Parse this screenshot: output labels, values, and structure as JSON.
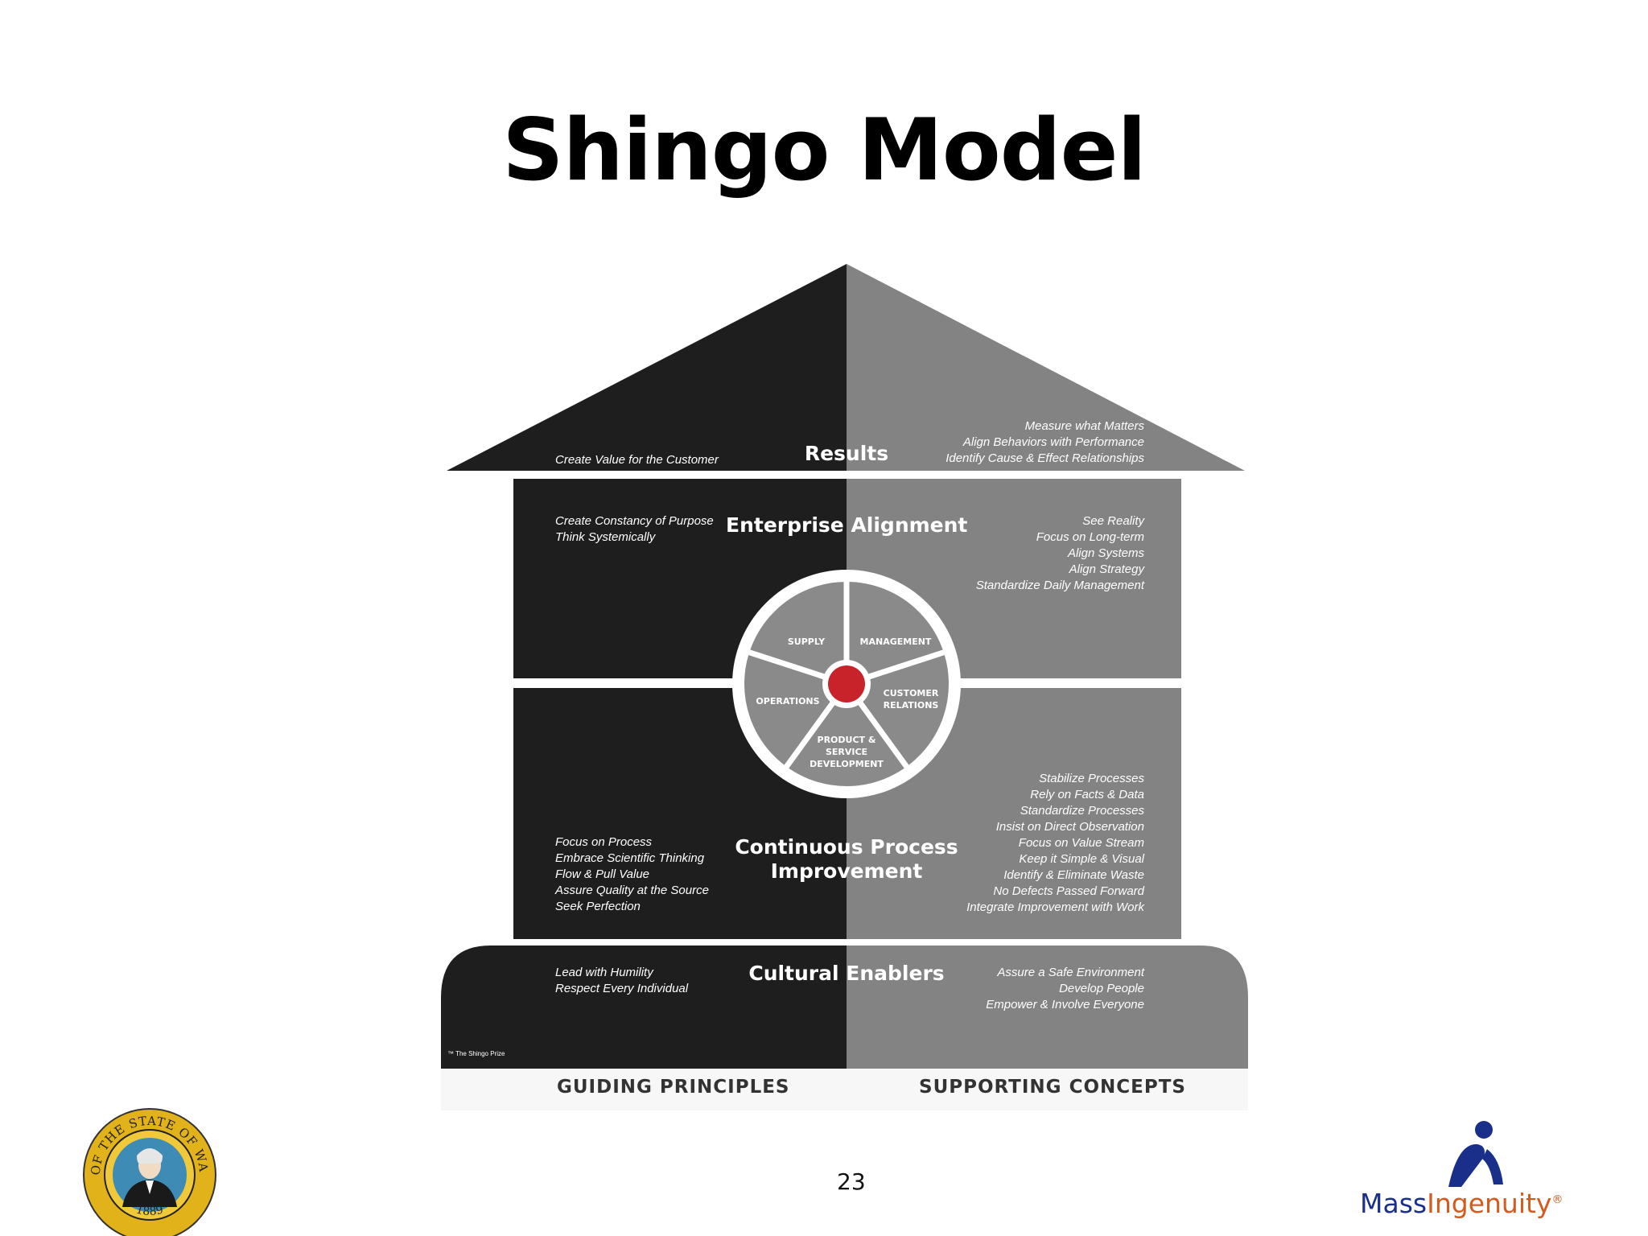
{
  "title": "Shingo Model",
  "page_number": "23",
  "colors": {
    "left_dark": "#1e1e1e",
    "right_gray": "#838383",
    "wheel_segment": "#8a8a8a",
    "hub_red": "#c8232a",
    "brand_blue": "#1a2f8a",
    "brand_orange": "#d35b20"
  },
  "results": {
    "heading": "Results",
    "left": [
      "Create Value for the Customer"
    ],
    "right": [
      "Measure what Matters",
      "Align Behaviors with Performance",
      "Identify Cause & Effect Relationships"
    ]
  },
  "enterprise_alignment": {
    "heading": "Enterprise Alignment",
    "left": [
      "Create Constancy of Purpose",
      "Think Systemically"
    ],
    "right": [
      "See Reality",
      "Focus on Long-term",
      "Align Systems",
      "Align Strategy",
      "Standardize Daily Management"
    ]
  },
  "wheel": {
    "segments": [
      "SUPPLY",
      "MANAGEMENT",
      "CUSTOMER RELATIONS",
      "PRODUCT & SERVICE DEVELOPMENT",
      "OPERATIONS"
    ]
  },
  "continuous_process_improvement": {
    "heading_line1": "Continuous Process",
    "heading_line2": "Improvement",
    "left": [
      "Focus on Process",
      "Embrace Scientific Thinking",
      "Flow & Pull Value",
      "Assure Quality at the Source",
      "Seek Perfection"
    ],
    "right": [
      "Stabilize Processes",
      "Rely on Facts & Data",
      "Standardize Processes",
      "Insist on Direct Observation",
      "Focus on Value Stream",
      "Keep it Simple & Visual",
      "Identify & Eliminate Waste",
      "No Defects Passed Forward",
      "Integrate Improvement with Work"
    ]
  },
  "cultural_enablers": {
    "heading": "Cultural Enablers",
    "left": [
      "Lead with Humility",
      "Respect Every Individual"
    ],
    "right": [
      "Assure a Safe Environment",
      "Develop People",
      "Empower & Involve Everyone"
    ]
  },
  "trademark": "™ The Shingo Prize",
  "footer": {
    "left": "GUIDING PRINCIPLES",
    "right": "SUPPORTING CONCEPTS"
  },
  "seal": {
    "text_top": "THE SEAL OF THE STATE OF WASHINGTON",
    "year": "1889"
  },
  "brand": {
    "part1": "Mass",
    "part2": "Ingenuity",
    "mark": "®"
  }
}
